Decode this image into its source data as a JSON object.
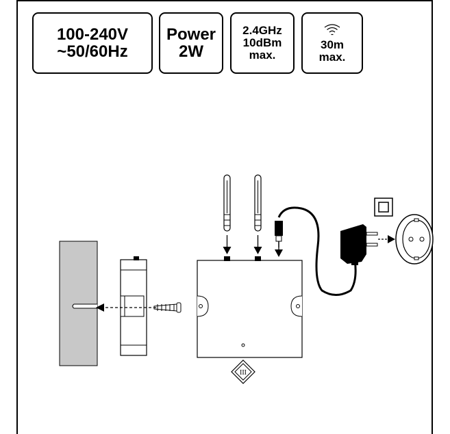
{
  "specs": {
    "voltage": {
      "line1": "100-240V",
      "line2": "~50/60Hz"
    },
    "power": {
      "line1": "Power",
      "line2": "2W"
    },
    "radio": {
      "line1": "2.4GHz",
      "line2": "10dBm",
      "line3": "max."
    },
    "range": {
      "icon": "wifi-icon",
      "line1": "30m",
      "line2": "max."
    }
  },
  "diagram": {
    "device_symbol": "III"
  }
}
